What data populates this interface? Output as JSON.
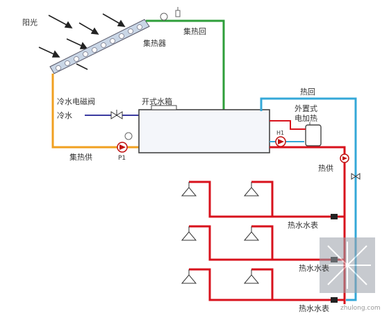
{
  "labels": {
    "sunlight": "阳光",
    "collector": "集热器",
    "collector_return": "集热回",
    "cold_water_valve": "冷水电磁阀",
    "cold_water": "冷水",
    "open_tank": "开式水箱",
    "heat_return": "热回",
    "external_heater_line1": "外置式",
    "external_heater_line2": "电加热",
    "heat_supply": "热供",
    "collector_supply": "集热供",
    "pump_p1": "P1",
    "pump_h1": "H1",
    "meter_1": "热水水表",
    "meter_2": "热水水表",
    "meter_3": "热水水表"
  },
  "watermark": "zhulong.com",
  "colors": {
    "collector_return_pipe": "#2e9e3a",
    "collector_supply_pipe": "#f0a020",
    "cold_water_pipe": "#3a3aa0",
    "hot_supply_pipe": "#d8121c",
    "hot_return_pipe": "#34a8d8",
    "tank_outline": "#444444"
  }
}
